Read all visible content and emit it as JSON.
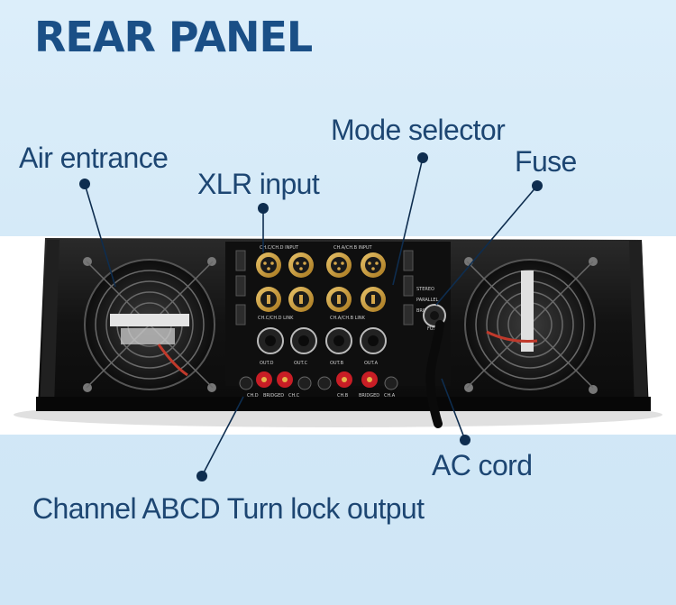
{
  "title": "REAR PANEL",
  "callouts": {
    "air_entrance": "Air entrance",
    "xlr_input": "XLR input",
    "mode_selector": "Mode selector",
    "fuse": "Fuse",
    "ac_cord": "AC cord",
    "turn_lock_output": "Channel ABCD Turn lock output"
  },
  "panel_markings": {
    "out_labels": [
      "OUT.D",
      "OUT.C",
      "OUT.B",
      "OUT.A"
    ],
    "ch_labels": [
      "CH.D",
      "CH.C",
      "CH.B",
      "CH.A"
    ],
    "bridged": "BRIDGED",
    "link_left": "CH.C/CH.D LINK",
    "link_right": "CH.A/CH.B LINK",
    "input_left": "CH.C/CH.D INPUT",
    "input_right": "CH.A/CH.B INPUT",
    "mode_options": [
      "STEREO",
      "PARALLEL",
      "BRIDGE"
    ],
    "fuse_label": "FUSE"
  },
  "colors": {
    "title": "#1a4f86",
    "label": "#1d4672",
    "dot": "#0e2d4f",
    "panel": "#141414",
    "terminal_red": "#c81d25",
    "terminal_black": "#1f1f1f"
  }
}
